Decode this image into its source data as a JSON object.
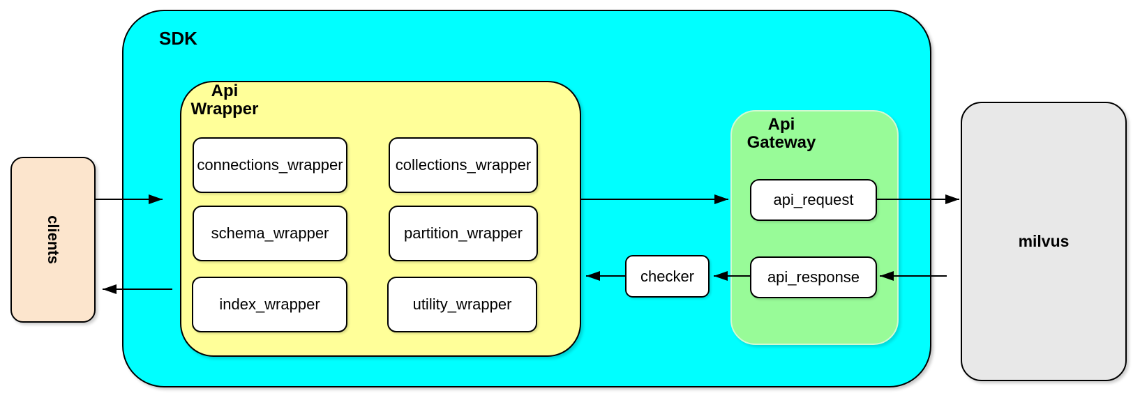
{
  "diagram": {
    "clients_label": "clients",
    "milvus_label": "milvus",
    "sdk": {
      "label": "SDK",
      "api_wrapper": {
        "label": "Api\nWrapper",
        "boxes": [
          "connections_wrapper",
          "collections_wrapper",
          "schema_wrapper",
          "partition_wrapper",
          "index_wrapper",
          "utility_wrapper"
        ]
      },
      "checker_label": "checker",
      "api_gateway": {
        "label": "Api\nGateway",
        "request_label": "api_request",
        "response_label": "api_response"
      }
    },
    "colors": {
      "sdk_fill": "#00ffff",
      "api_wrapper_fill": "#ffff99",
      "api_gateway_fill": "#98fb98",
      "clients_fill": "#fce5cd",
      "milvus_fill": "#e8e8e8",
      "node_fill": "#ffffff",
      "stroke": "#000000"
    }
  }
}
